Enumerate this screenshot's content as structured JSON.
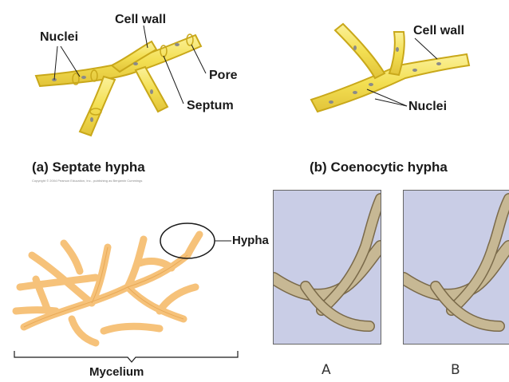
{
  "figure_a": {
    "labels": {
      "nuclei": "Nuclei",
      "cell_wall": "Cell wall",
      "pore": "Pore",
      "septum": "Septum"
    },
    "caption_letter": "(a)",
    "caption_text": "Septate hypha",
    "copyright": "Copyright © 2004 Pearson Education, Inc., publishing as Benjamin Cummings"
  },
  "figure_b": {
    "labels": {
      "cell_wall": "Cell wall",
      "nuclei": "Nuclei"
    },
    "caption_letter": "(b)",
    "caption_text": "Coenocytic hypha"
  },
  "mycelium": {
    "hypha_label": "Hypha",
    "mycelium_label": "Mycelium"
  },
  "micrographs": {
    "panel_a_label": "A",
    "panel_b_label": "B"
  },
  "colors": {
    "hypha_fill": "#f3df52",
    "hypha_stroke": "#c9a81a",
    "mycelium_fill": "#f6c27a",
    "mycelium_stroke": "#d98c2c",
    "panel_bg": "#c9cde6",
    "panel_hypha": "#c7b894",
    "panel_stroke": "#7a6a4a"
  }
}
